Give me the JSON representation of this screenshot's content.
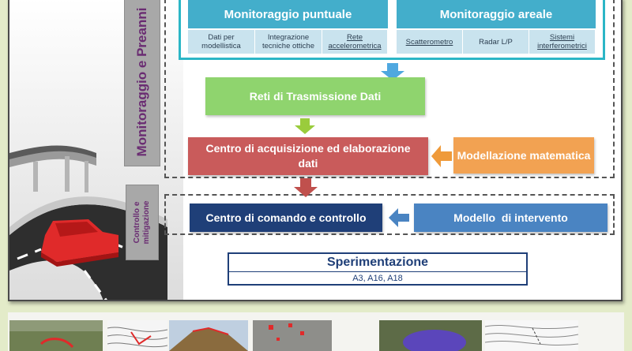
{
  "diagram": {
    "side_labels": {
      "monitoring": "Monitoraggio e Preanni",
      "control": "Controllo e mitigazione"
    },
    "point_monitoring": {
      "title": "Monitoraggio puntuale",
      "items": [
        "Dati per modellistica",
        "Integrazione tecniche ottiche",
        "Rete accelerometrica"
      ]
    },
    "area_monitoring": {
      "title": "Monitoraggio areale",
      "items": [
        "Scatterometro",
        "Radar L/P",
        "Sistemi interferometrici"
      ]
    },
    "networks": "Reti di Trasmissione Dati",
    "acquisition_center": "Centro di acquisizione ed elaborazione dati",
    "math_model": "Modellazione matematica",
    "command_center": "Centro di comando e controllo",
    "intervention_model": "Modello  di intervento",
    "experimentation": {
      "title": "Sperimentazione",
      "sites": "A3, A16, A18"
    }
  },
  "colors": {
    "teal_header": "#43aecb",
    "green_box": "#8fd46e",
    "red_box": "#c95b5b",
    "orange_box": "#f2a252",
    "navy_box": "#1f3f78",
    "blue_box": "#4a84c2"
  },
  "thumbnails": [
    "aerial-photo",
    "contour-map",
    "slope-photo",
    "radar-points-photo",
    "landslide-overlay-photo",
    "topographic-map"
  ]
}
